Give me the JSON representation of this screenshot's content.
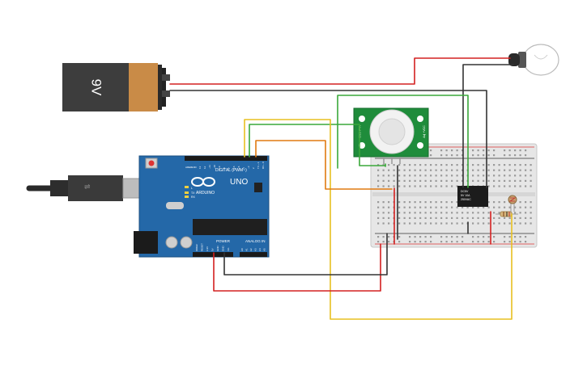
{
  "battery": {
    "label": "9V"
  },
  "arduino": {
    "brand": "ARDUINO",
    "model": "UNO",
    "digital_header": "DIGITAL (PWM~)",
    "power_header": "POWER",
    "analog_header": "ANALOG IN",
    "aref": "AREF",
    "gnd": "GND",
    "tx": "TX",
    "rx": "RX",
    "l": "L",
    "digital_pins": [
      "13",
      "12",
      "~11",
      "~10",
      "~9",
      "8",
      "7",
      "~6",
      "~5",
      "4",
      "~3",
      "2",
      "TX→1",
      "RX←0"
    ],
    "analog_pins": [
      "A0",
      "A1",
      "A2",
      "A3",
      "A4",
      "A5"
    ],
    "power_pins": [
      "IOREF",
      "RESET",
      "3.3V",
      "5V",
      "GND",
      "GND",
      "Vin"
    ]
  },
  "relay": {
    "line1": "DC5V",
    "line2": "5V 10A",
    "line3": "250VAC"
  },
  "pir": {
    "left_text": "Vout GND",
    "right_text": "Adj +VCC"
  },
  "colors": {
    "arduino_board": "#2266a8",
    "battery_body": "#3b3b3b",
    "battery_cap": "#c88a45",
    "pir_board": "#1e8c3a",
    "breadboard": "#e8e8e8",
    "wire_red": "#d42020",
    "wire_black": "#333333",
    "wire_green": "#3aa83a",
    "wire_yellow": "#e8c020",
    "wire_orange": "#e07a10"
  }
}
